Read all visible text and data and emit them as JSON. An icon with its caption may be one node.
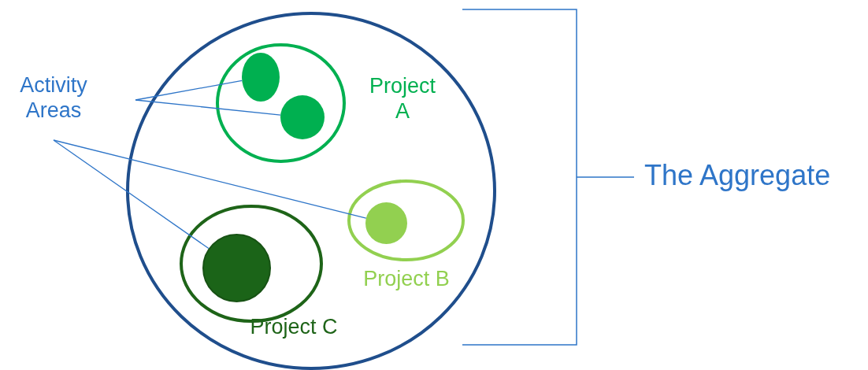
{
  "diagram": {
    "nodes": [
      {
        "text": [
          "Activity Areas"
        ]
      },
      {
        "text": [],
        "shape": "circle"
      },
      {
        "text": [
          "Project A"
        ],
        "in": 1
      },
      {
        "text": [],
        "shape": "circle",
        "in": 2
      },
      {
        "text": [],
        "shape": "circle",
        "in": 2
      },
      {
        "text": [
          "Project B"
        ],
        "in": 1
      },
      {
        "text": [],
        "shape": "circle",
        "in": 5
      },
      {
        "text": [
          "Project C"
        ],
        "in": 1
      },
      {
        "text": [],
        "shape": "circle",
        "in": 7
      }
    ],
    "edges": [
      {
        "from": 0,
        "to": 3,
        "arrow": "none"
      },
      {
        "from": 0,
        "to": 4,
        "arrow": "none"
      },
      {
        "from": 0,
        "to": 6,
        "arrow": "none"
      },
      {
        "from": 0,
        "to": 8,
        "arrow": "none"
      }
    ],
    "labels": [
      "The Aggregate"
    ]
  }
}
